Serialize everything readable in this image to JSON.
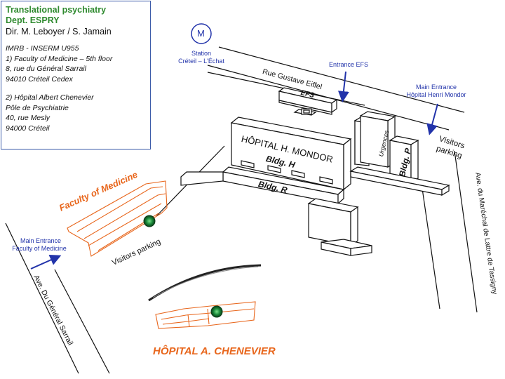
{
  "info": {
    "title1": "Translational psychiatry",
    "title2": "Dept. ESPRY",
    "directors": "Dir. M. Leboyer / S. Jamain",
    "lab": "IMRB - INSERM U955",
    "site1_line1": "1) Faculty of Medicine – 5th floor",
    "site1_line2": "8, rue du Général Sarrail",
    "site1_line3": "94010 Créteil Cedex",
    "site2_line1": "2) Hôpital Albert Chenevier",
    "site2_line2": "Pôle de Psychiatrie",
    "site2_line3": "40, rue Mesly",
    "site2_line4": "94000 Créteil"
  },
  "metro": {
    "symbol": "M",
    "label1": "Station",
    "label2": "Créteil – L'Échat"
  },
  "streets": {
    "eiffel": "Rue Gustave Eiffel",
    "sarrail": "Ave. Du Général Sarrail",
    "lattre": "Ave. du Maréchal de Lattre de Tassigny"
  },
  "entrances": {
    "efs": "Entrance EFS",
    "mondor_1": "Main Entrance",
    "mondor_2": "Hôpital Henri Mondor",
    "faculty_1": "Main Entrance",
    "faculty_2": "Faculty of Medicine"
  },
  "buildings": {
    "efs": "EFS",
    "mondor": "HÔPITAL H. MONDOR",
    "bldg_h": "Bldg. H",
    "bldg_r": "Bldg. R",
    "bldg_p": "Bldg. P",
    "urgences": "Urgences",
    "faculty": "Faculty of Medicine",
    "chenevier": "HÔPITAL A. CHENEVIER"
  },
  "parking": {
    "visitors_1": "Visitors",
    "visitors_2": "parking",
    "faculty_parking": "Visitors parking"
  },
  "colors": {
    "orange": "#e8661c",
    "box_border": "#3a5aa8",
    "title_green": "#2f8a2f",
    "entrance_blue": "#2233aa",
    "marker_green": "#1a8a3a"
  }
}
